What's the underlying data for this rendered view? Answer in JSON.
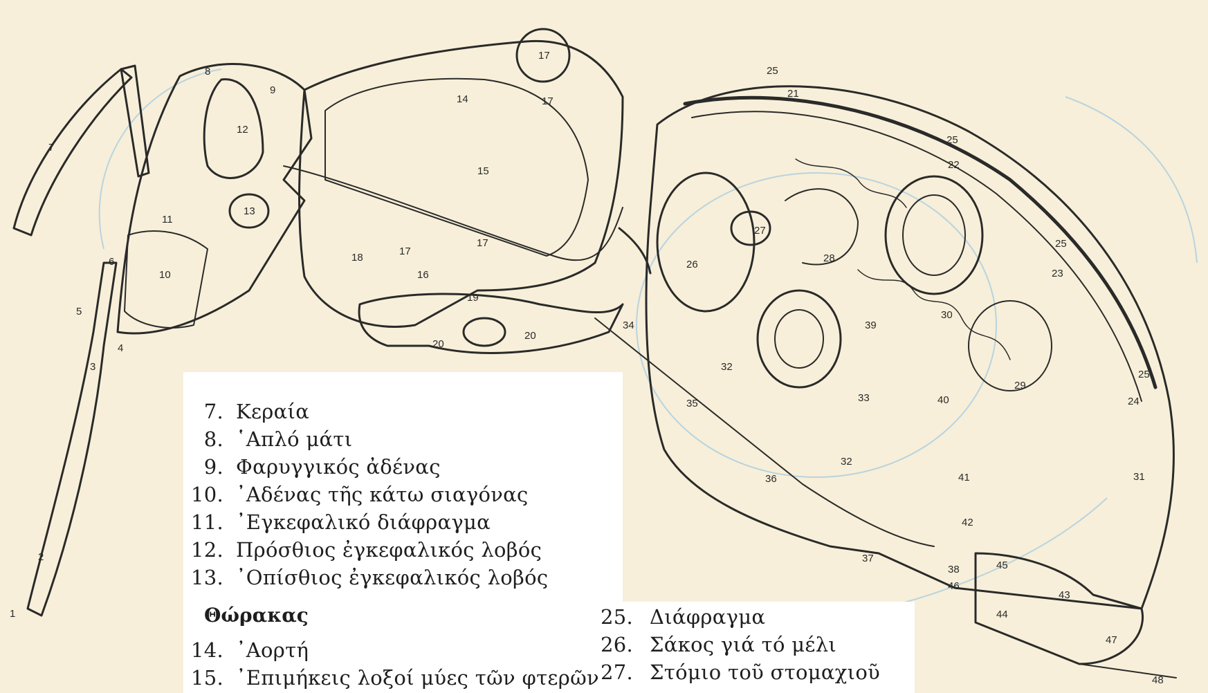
{
  "colors": {
    "paper": "#f7efd9",
    "ink": "#2a2a2a",
    "faint": "#a9cde0",
    "panel": "#ffffff"
  },
  "figure": {
    "numbers": {
      "n1": "1",
      "n2": "2",
      "n3": "3",
      "n4": "4",
      "n5": "5",
      "n6": "6",
      "n7": "7",
      "n8": "8",
      "n9": "9",
      "n10": "10",
      "n11": "11",
      "n12": "12",
      "n13": "13",
      "n14": "14",
      "n15": "15",
      "n16": "16",
      "n17a": "17",
      "n17b": "17",
      "n17c": "17",
      "n17d": "17",
      "n18": "18",
      "n19": "19",
      "n20a": "20",
      "n20b": "20",
      "n21": "21",
      "n22": "22",
      "n23": "23",
      "n24": "24",
      "n25a": "25",
      "n25b": "25",
      "n25c": "25",
      "n25d": "25",
      "n26": "26",
      "n27": "27",
      "n28": "28",
      "n29": "29",
      "n30": "30",
      "n31": "31",
      "n32a": "32",
      "n32b": "32",
      "n33": "33",
      "n34": "34",
      "n35": "35",
      "n36": "36",
      "n37": "37",
      "n38": "38",
      "n39": "39",
      "n40": "40",
      "n41": "41",
      "n42": "42",
      "n43": "43",
      "n44": "44",
      "n45": "45",
      "n46": "46",
      "n47": "47",
      "n48": "48"
    }
  },
  "legend_left": {
    "items": [
      {
        "num": "7.",
        "text": "Κεραία"
      },
      {
        "num": "8.",
        "text": "῾Απλό μάτι"
      },
      {
        "num": "9.",
        "text": "Φαρυγγικός ἀδένας"
      },
      {
        "num": "10.",
        "text": "᾿Αδένας τῆς κάτω σιαγόνας"
      },
      {
        "num": "11.",
        "text": "᾿Εγκεφαλικό διάφραγμα"
      },
      {
        "num": "12.",
        "text": "Πρόσθιος ἐγκεφαλικός λοβός"
      },
      {
        "num": "13.",
        "text": "᾿Οπίσθιος ἐγκεφαλικός λοβός"
      }
    ],
    "heading": "Θώρακας",
    "items2": [
      {
        "num": "14.",
        "text": "᾿Αορτή"
      },
      {
        "num": "15.",
        "text": "᾿Επιμήκεις λοξοί μύες τῶν φτερῶν"
      }
    ]
  },
  "legend_right": {
    "items": [
      {
        "num": "25.",
        "text": "Διάφραγμα"
      },
      {
        "num": "26.",
        "text": "Σάκος γιά τό μέλι"
      },
      {
        "num": "27.",
        "text": "Στόμιο τοῦ στομαχιοῦ"
      }
    ]
  }
}
